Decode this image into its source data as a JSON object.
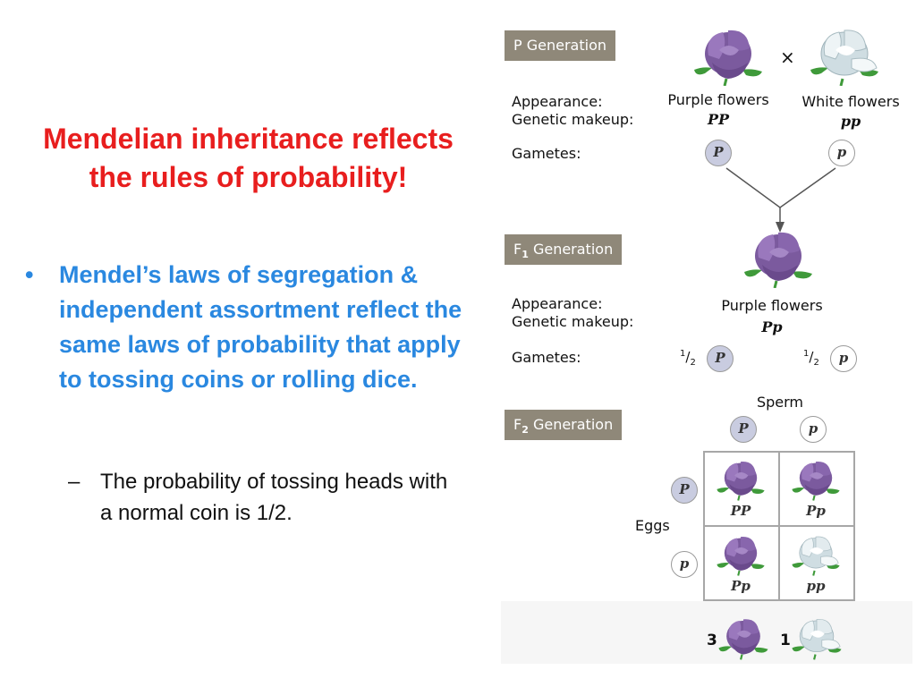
{
  "slide": {
    "title": "Mendelian inheritance reflects the rules of probability!",
    "bullet": "Mendel’s laws of segregation & independent assortment reflect the same laws of probability that apply to tossing coins or rolling dice.",
    "bullet_marker": "•",
    "sub_marker": "–",
    "sub_bullet": "The probability of tossing heads with a normal coin is 1/2."
  },
  "diagram": {
    "p_generation": {
      "label": "P Generation",
      "cross_symbol": "×",
      "appearance_label": "Appearance:",
      "genetic_label": "Genetic makeup:",
      "gametes_label": "Gametes:",
      "parent1_appearance": "Purple flowers",
      "parent1_genotype": "PP",
      "parent2_appearance": "White flowers",
      "parent2_genotype": "pp",
      "gamete1": "P",
      "gamete2": "p"
    },
    "f1_generation": {
      "label_main": "F",
      "label_sub": "1",
      "label_rest": " Generation",
      "appearance_label": "Appearance:",
      "genetic_label": "Genetic makeup:",
      "gametes_label": "Gametes:",
      "appearance": "Purple flowers",
      "genotype": "Pp",
      "frac_num": "1",
      "frac_den": "2",
      "gamete1": "P",
      "gamete2": "p"
    },
    "f2_generation": {
      "label_main": "F",
      "label_sub": "2",
      "label_rest": " Generation",
      "sperm_label": "Sperm",
      "eggs_label": "Eggs",
      "sperm": [
        "P",
        "p"
      ],
      "eggs": [
        "P",
        "p"
      ],
      "cells": [
        "PP",
        "Pp",
        "Pp",
        "pp"
      ],
      "ratio_purple": "3",
      "ratio_white": "1"
    },
    "colors": {
      "purple_flower": "#8a63a8",
      "white_flower": "#e4ecef",
      "leaf": "#3f9a3a"
    }
  }
}
